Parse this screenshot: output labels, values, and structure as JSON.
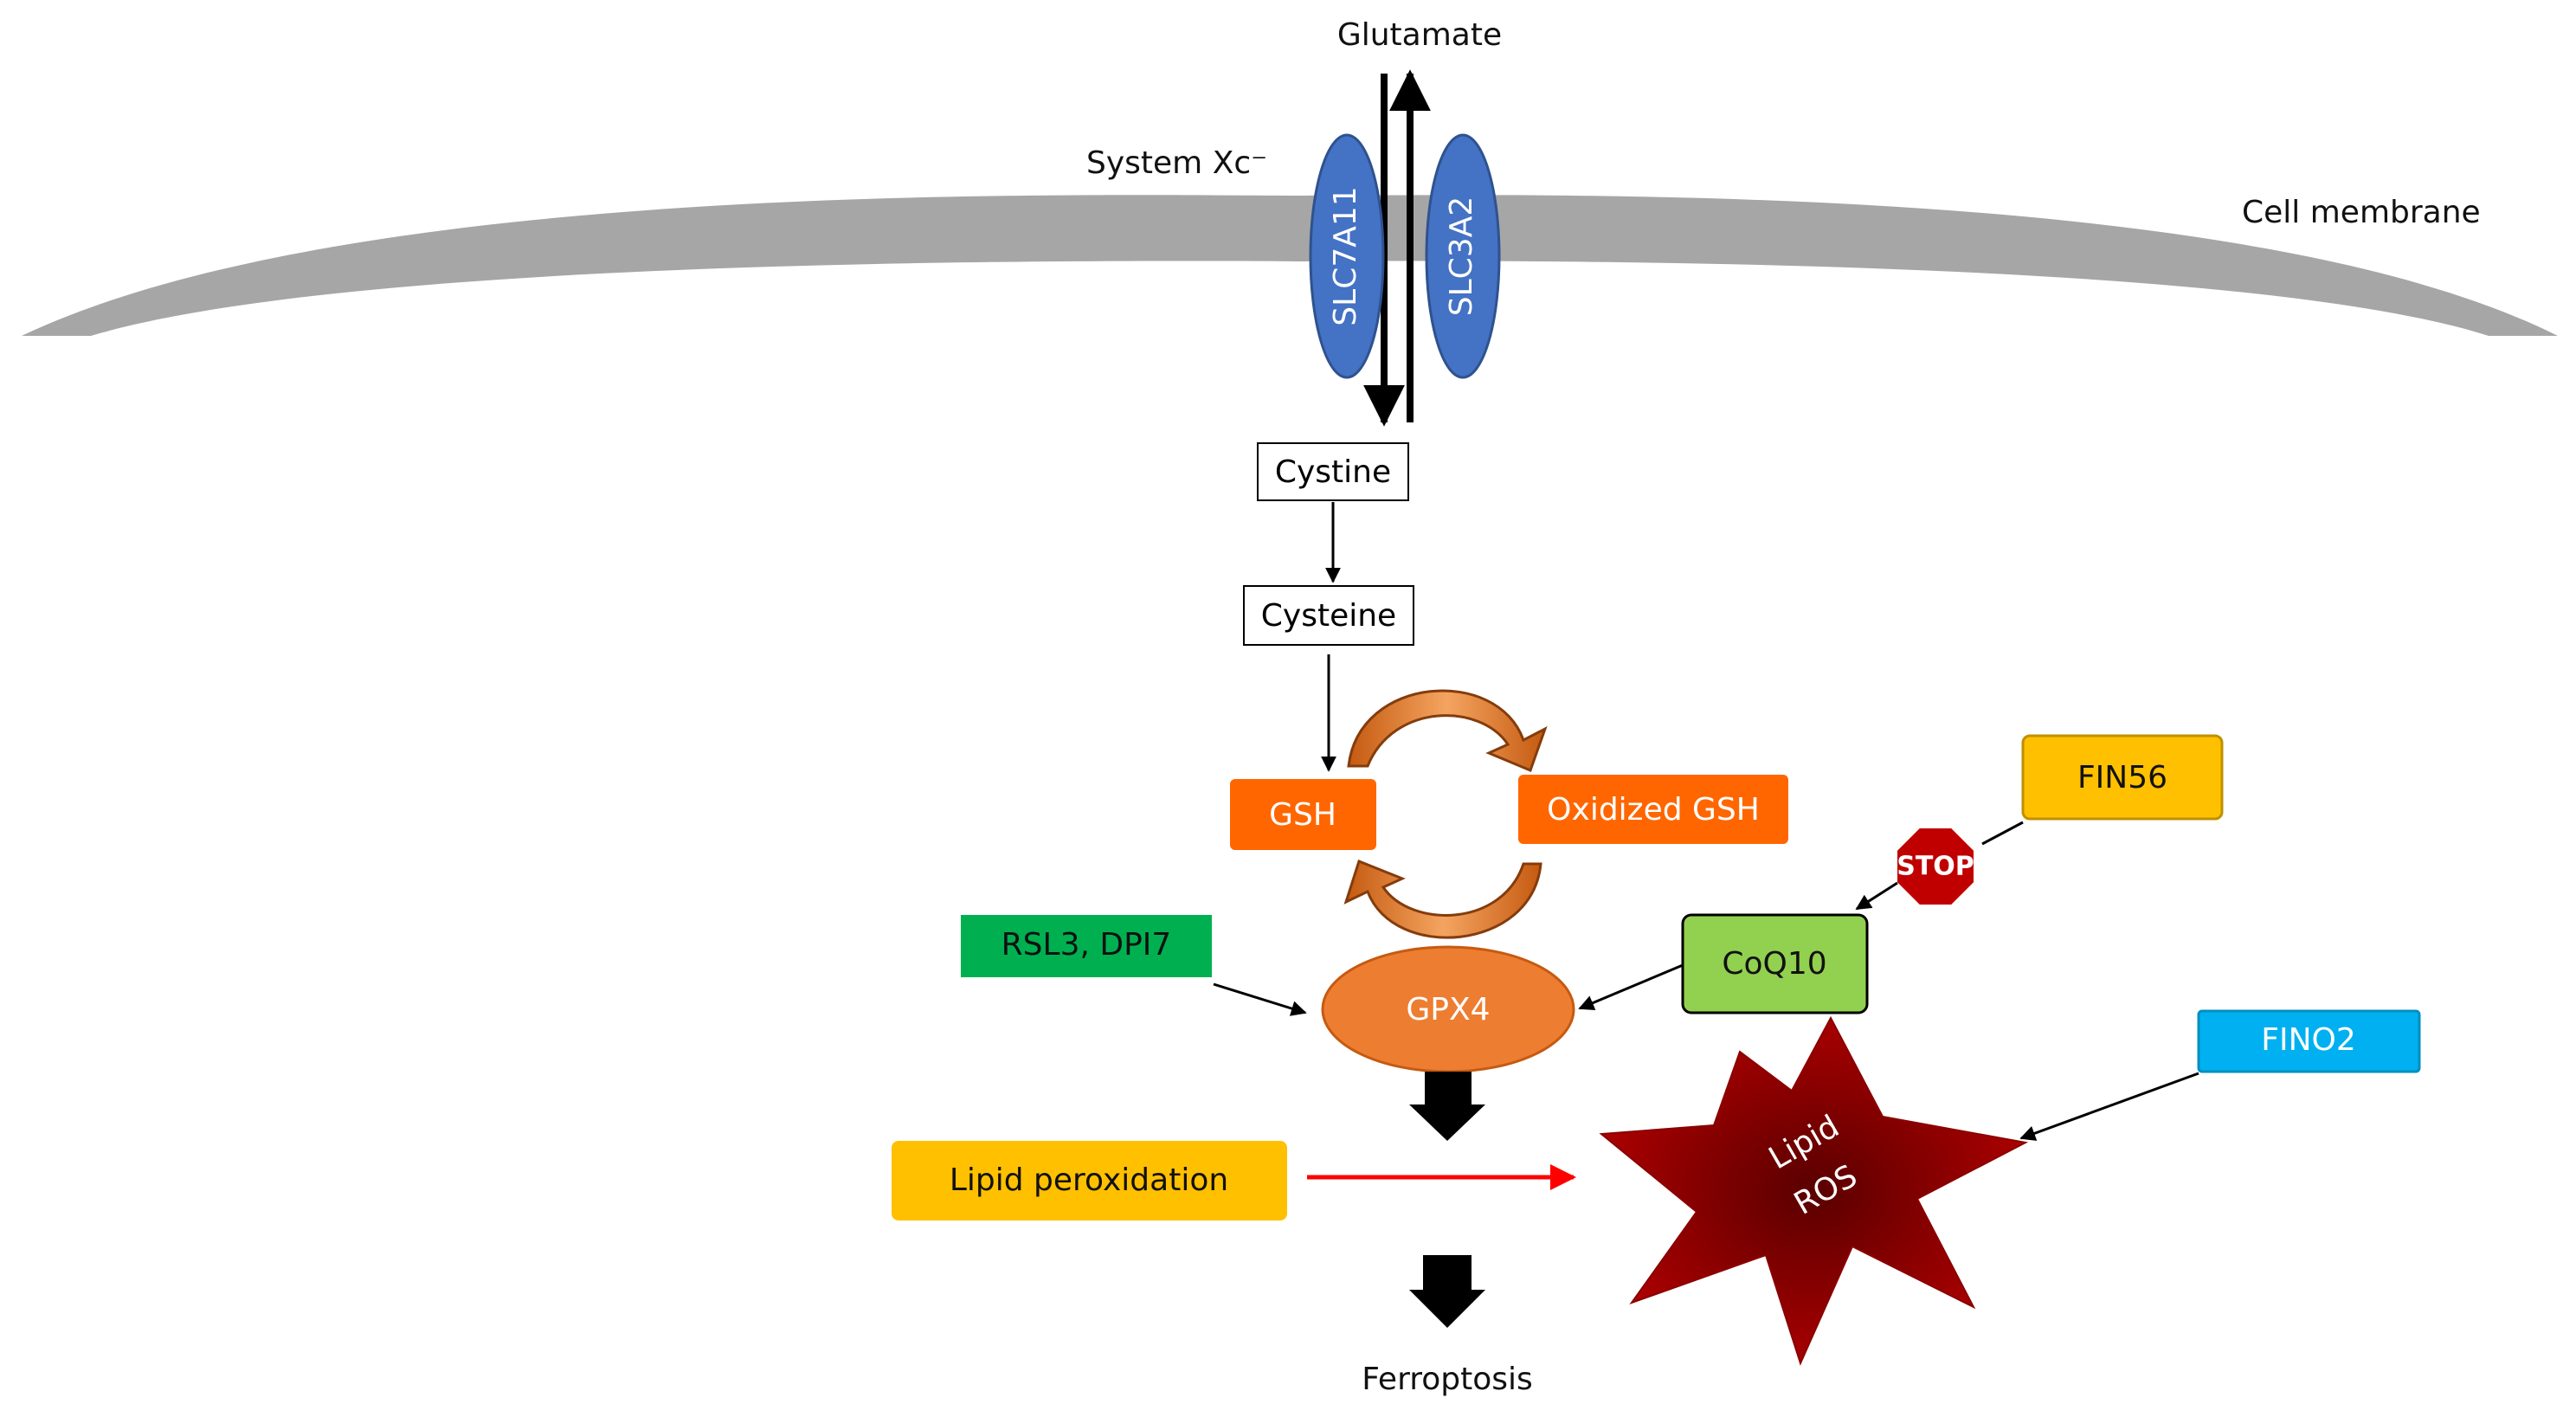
{
  "labels": {
    "glutamate": "Glutamate",
    "system_xc": "System Xc⁻",
    "cell_membrane": "Cell membrane",
    "slc7a11": "SLC7A11",
    "slc3a2": "SLC3A2",
    "cystine": "Cystine",
    "cysteine": "Cysteine",
    "gsh": "GSH",
    "oxidized_gsh": "Oxidized GSH",
    "fin56": "FIN56",
    "stop": "STOP",
    "coq10": "CoQ10",
    "rsl3_dpi7": "RSL3, DPI7",
    "gpx4": "GPX4",
    "fino2": "FINO2",
    "lipid_ros_line1": "Lipid",
    "lipid_ros_line2": "ROS",
    "lipid_peroxidation": "Lipid peroxidation",
    "ferroptosis": "Ferroptosis"
  },
  "colors": {
    "membrane": "#a6a6a6",
    "transporter": "#4472c4",
    "transporter_stroke": "#2f528f",
    "gsh": "#ff6600",
    "gsh_cycle_arrow": "#e46c0a",
    "gpx4": "#ed7d31",
    "fin56": "#ffc000",
    "coq10": "#92d050",
    "rsl3_dpi7": "#00b050",
    "fino2": "#00b0f0",
    "lipid_ros": "#a50000",
    "lipid_peroxidation": "#ffc000",
    "stop_sign": "#c00000",
    "red_arrow": "#ff0000"
  }
}
